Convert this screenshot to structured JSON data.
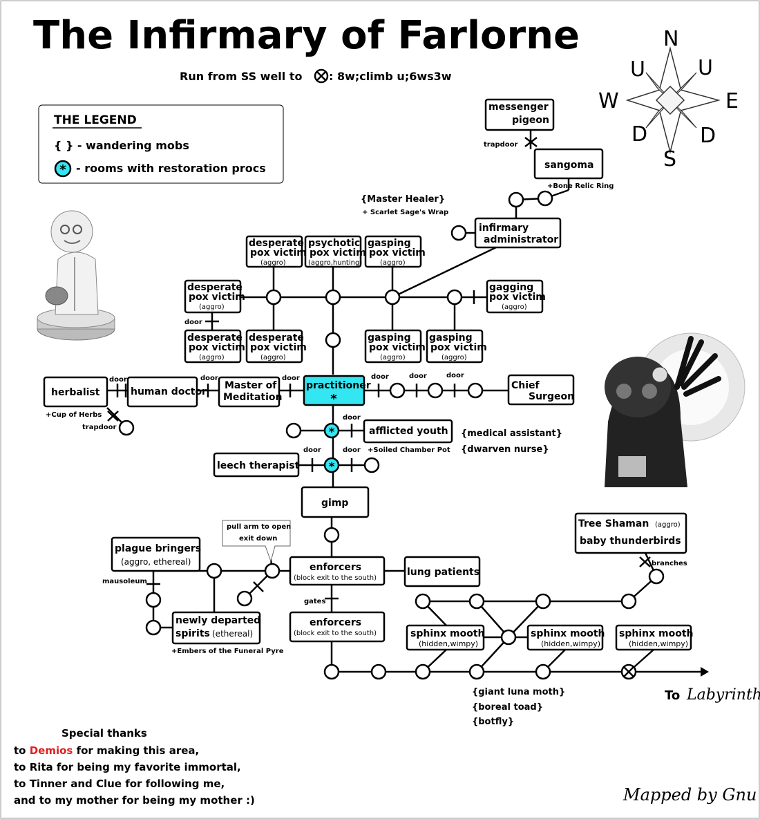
{
  "title": "The Infirmary of Farlorne",
  "run": "Run from SS well to",
  "run_path": ": 8w;climb u;6ws3w",
  "legend": {
    "title": "THE LEGEND",
    "wandering": "{ } - wandering mobs",
    "restoration": "- rooms with restoration procs"
  },
  "compass": {
    "n": "N",
    "s": "S",
    "e": "E",
    "w": "W",
    "u1": "U",
    "u2": "U",
    "d1": "D",
    "d2": "D"
  },
  "rooms": {
    "messenger_1": "messenger",
    "messenger_2": "pigeon",
    "sangoma": "sangoma",
    "infirm_1": "infirmary",
    "infirm_2": "administrator",
    "dpv": "desperate",
    "dpv_2": "pox victim",
    "ppv": "psychotic",
    "ppv_2": "pox victim",
    "gpv": "gasping",
    "gpv_2": "pox victim",
    "gagpv": "gagging",
    "gagpv_2": "pox victim",
    "herbalist": "herbalist",
    "human_doctor": "human doctor",
    "mom_1": "Master of",
    "mom_2": "Meditation",
    "practitioner": "practitioner",
    "chief_1": "Chief",
    "chief_2": "Surgeon",
    "afflicted_youth": "afflicted youth",
    "leech_therapist": "leech therapist",
    "gimp": "gimp",
    "plague_1": "plague bringers",
    "plague_2": "(aggro, ethereal)",
    "newly_1": "newly departed",
    "newly_2": "spirits",
    "newly_3": "(ethereal)",
    "enforcers": "enforcers",
    "enforcers_sub": "(block exit to the south)",
    "lung": "lung patients",
    "tree_1": "Tree Shaman",
    "tree_aggro": "(aggro)",
    "tree_2": "baby thunderbirds",
    "sphinx": "sphinx mooth",
    "sphinx_sub": "(hidden,wimpy)"
  },
  "tags": {
    "aggro": "(aggro)",
    "aggro_hunting": "(aggro,hunting)",
    "door": "door",
    "trapdoor": "trapdoor",
    "gates": "gates",
    "mausoleum": "mausoleum",
    "branches": "branches"
  },
  "items": {
    "bone_relic": "+Bone Relic Ring",
    "master_healer": "{Master Healer}",
    "scarlet": "+ Scarlet Sage's Wrap",
    "cup_herbs": "+Cup of Herbs",
    "chamber_pot": "+Soiled Chamber Pot",
    "embers": "+Embers of the Funeral Pyre"
  },
  "wanderers": {
    "med_assist": "{medical assistant}",
    "dwarven": "{dwarven nurse}",
    "moth": "{giant luna moth}",
    "toad": "{boreal toad}",
    "botfly": "{botfly}"
  },
  "callout_1": "pull arm to open",
  "callout_2": "exit down",
  "to": "To",
  "labyrinth": "Labyrinth",
  "thanks": {
    "heading": "Special thanks",
    "l1_pre": "to",
    "l1_name": "Demios",
    "l1_post": "for making this area,",
    "l2": "to Rita for being my favorite immortal,",
    "l3": "to Tinner and Clue for following me,",
    "l4": "and to my mother for being my mother :)"
  },
  "mapped_by": "Mapped by Gnu",
  "colors": {
    "restoration": "#33e6f2",
    "credit_name": "#e02020"
  }
}
